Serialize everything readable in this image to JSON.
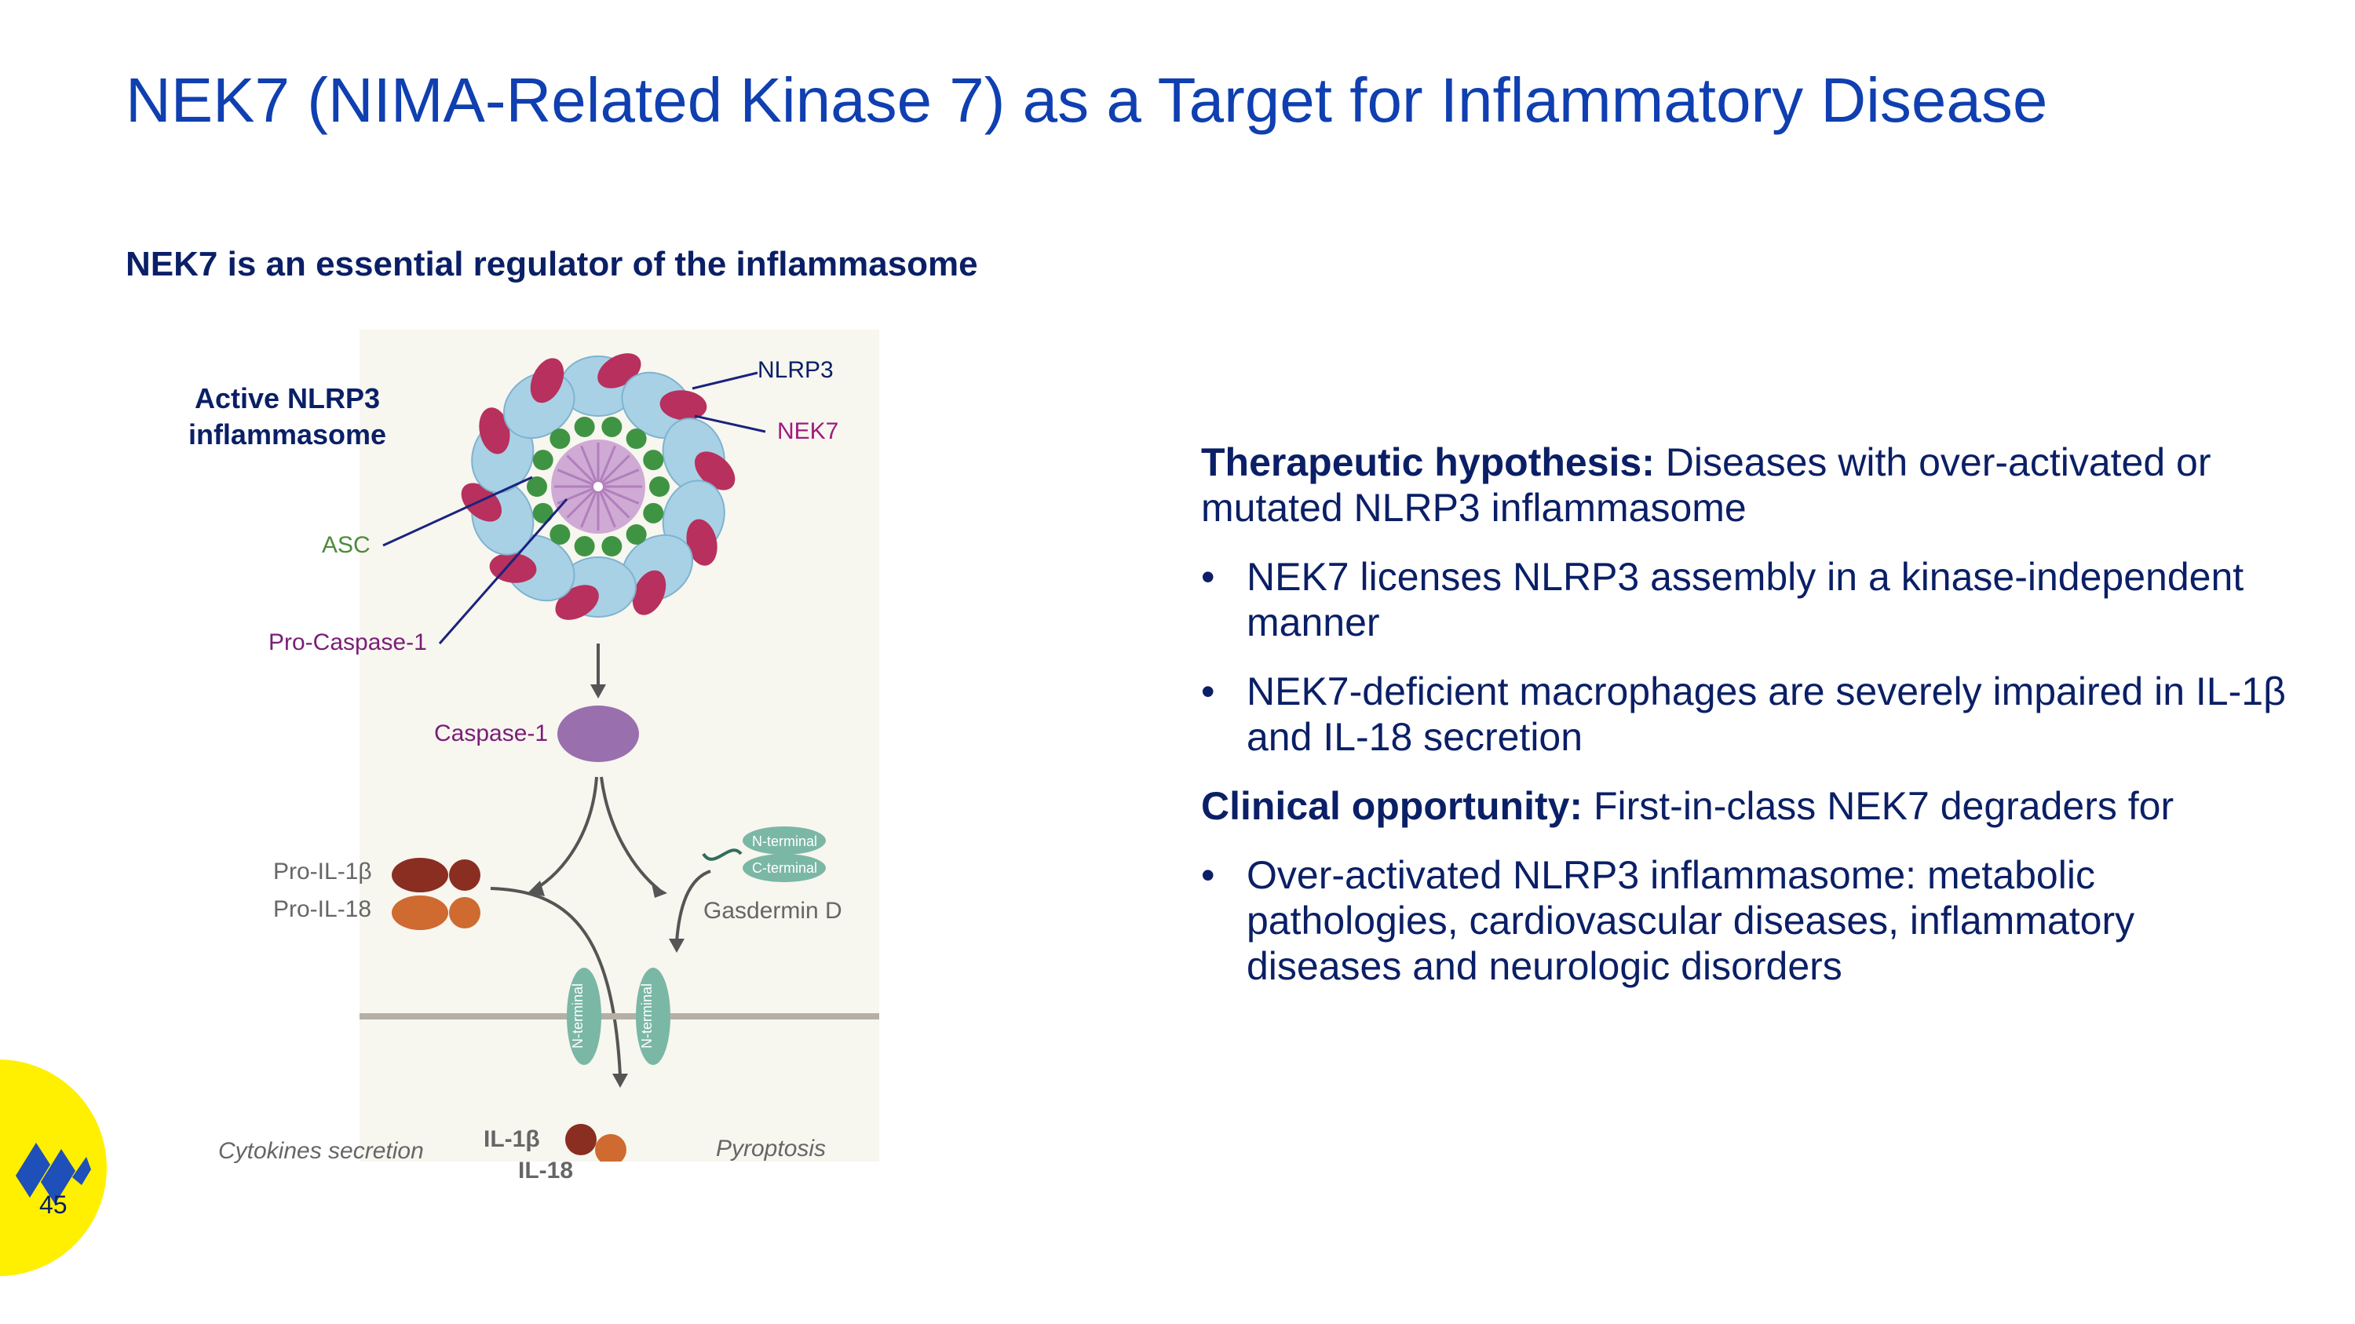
{
  "slide": {
    "title": "NEK7 (NIMA-Related Kinase 7) as a Target for Inflammatory Disease",
    "subtitle": "NEK7 is an essential regulator of the inflammasome",
    "page_number": "45"
  },
  "diagram": {
    "heading_line1": "Active NLRP3",
    "heading_line2": "inflammasome",
    "labels": {
      "nlrp3": "NLRP3",
      "nek7": "NEK7",
      "asc": "ASC",
      "pro_caspase": "Pro-Caspase-1",
      "caspase": "Caspase-1",
      "pro_il1b": "Pro-IL-1β",
      "pro_il18": "Pro-IL-18",
      "n_terminal": "N-terminal",
      "c_terminal": "C-terminal",
      "gasdermin": "Gasdermin D",
      "il1b": "IL-1β",
      "il18": "IL-18",
      "cytokines": "Cytokines secretion",
      "pyroptosis": "Pyroptosis"
    },
    "colors": {
      "nlrp3": "#a8d1e6",
      "nek7": "#b8305d",
      "asc": "#3f9443",
      "caspase": "#9a6fae",
      "il1b": "#8a2e22",
      "il18": "#cf6a30",
      "gasdermin": "#7bb7a5",
      "membrane": "#b5b0a6"
    }
  },
  "content": {
    "hypothesis_label": "Therapeutic hypothesis:",
    "hypothesis_text": " Diseases with over-activated or mutated NLRP3 inflammasome",
    "hypothesis_bullets": [
      "NEK7 licenses NLRP3 assembly in a kinase-independent manner",
      "NEK7-deficient macrophages are severely impaired in IL-1β and IL-18 secretion"
    ],
    "opportunity_label": "Clinical opportunity:",
    "opportunity_text": " First-in-class NEK7 degraders for",
    "opportunity_bullets": [
      "Over-activated NLRP3 inflammasome: metabolic pathologies, cardiovascular diseases, inflammatory diseases and neurologic disorders"
    ],
    "bullet_char": "•"
  }
}
